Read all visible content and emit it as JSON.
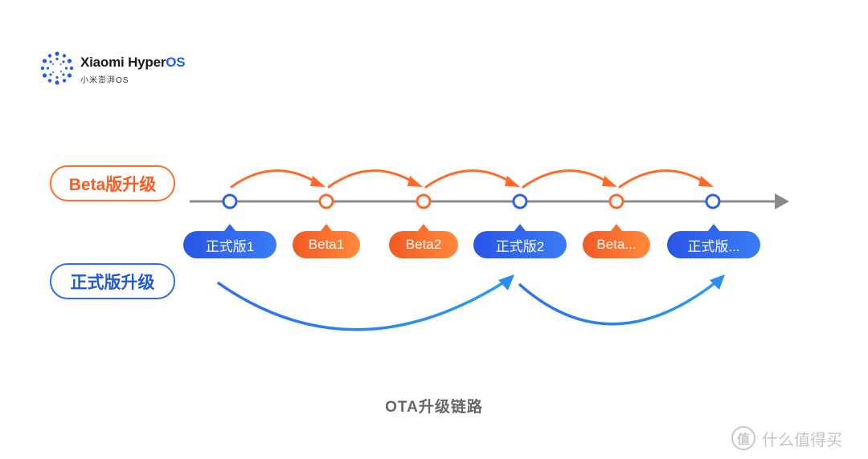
{
  "brand": {
    "name_prefix": "Xiaomi Hyper",
    "name_suffix": "OS",
    "subtitle": "小米澎湃OS"
  },
  "tracks": {
    "beta_label": "Beta版升级",
    "stable_label": "正式版升级"
  },
  "versions": [
    {
      "label": "正式版1",
      "kind": "stable"
    },
    {
      "label": "Beta1",
      "kind": "beta"
    },
    {
      "label": "Beta2",
      "kind": "beta"
    },
    {
      "label": "正式版2",
      "kind": "stable"
    },
    {
      "label": "Beta...",
      "kind": "beta"
    },
    {
      "label": "正式版...",
      "kind": "stable"
    }
  ],
  "caption": "OTA升级链路",
  "watermark": {
    "badge": "值",
    "text": "什么值得买"
  },
  "colors": {
    "beta": "#ff6a2a",
    "stable": "#2a62ec",
    "stable_arc": "#2a8cf0",
    "timeline": "#8a8a8a"
  }
}
